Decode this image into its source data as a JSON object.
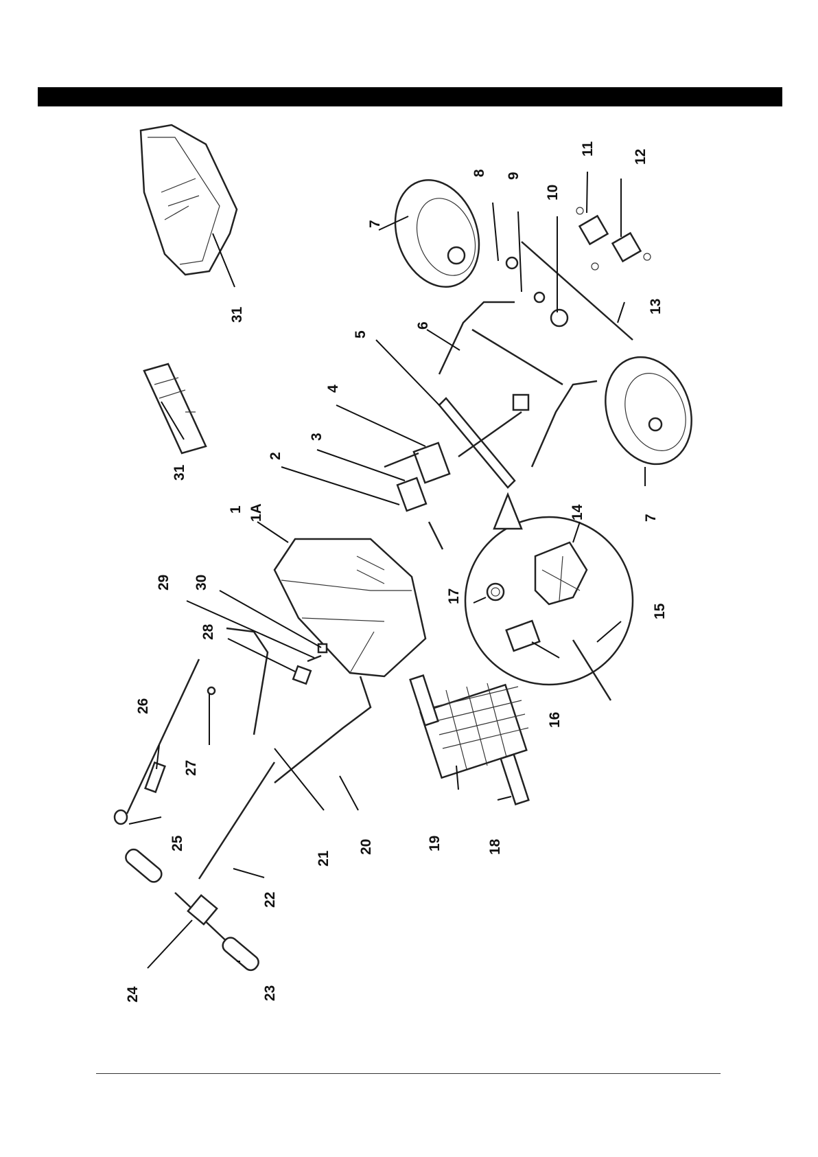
{
  "parts_diagram": {
    "labels": [
      "1",
      "1A",
      "2",
      "3",
      "4",
      "5",
      "6",
      "7",
      "8",
      "9",
      "10",
      "11",
      "12",
      "13",
      "14",
      "15",
      "16",
      "17",
      "18",
      "19",
      "20",
      "21",
      "22",
      "23",
      "24",
      "25",
      "26",
      "27",
      "28",
      "29",
      "30",
      "31"
    ],
    "label_7_second": "7",
    "label_31_second": "31"
  },
  "colors": {
    "header_bar": "#000000",
    "line": "#111111"
  }
}
